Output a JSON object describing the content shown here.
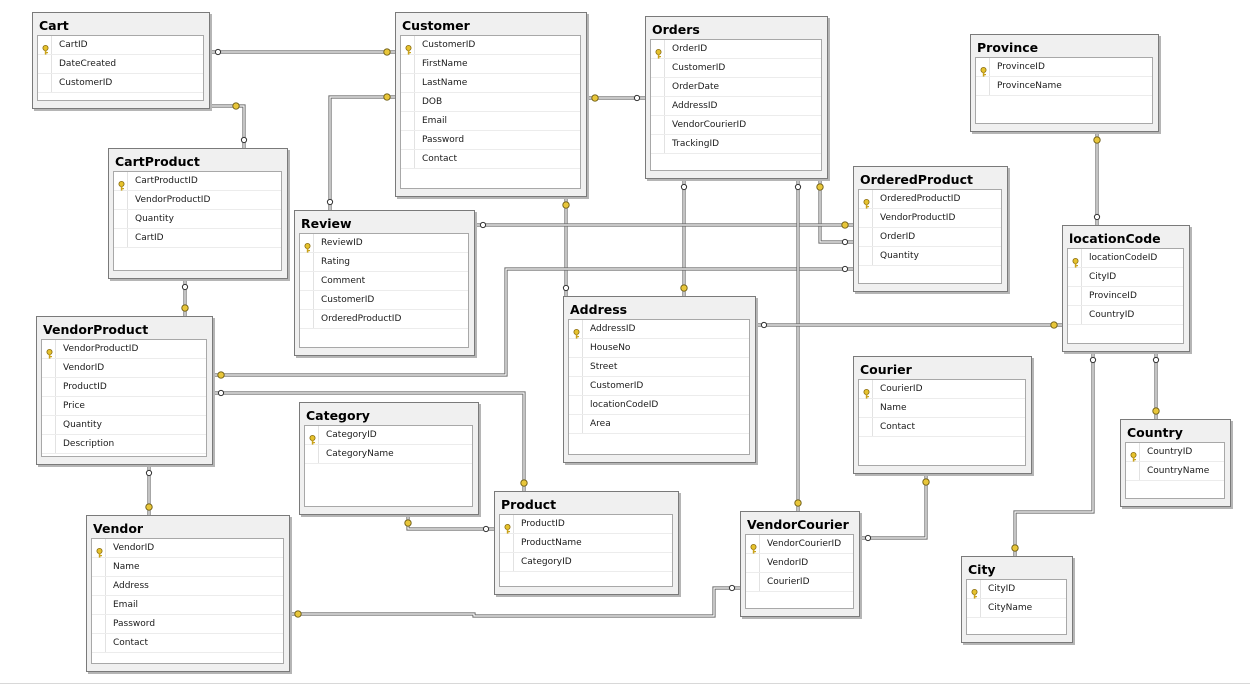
{
  "diagram": {
    "tables": [
      {
        "id": "Cart",
        "name": "Cart",
        "columns": [
          {
            "name": "CartID",
            "pk": true
          },
          {
            "name": "DateCreated",
            "pk": false
          },
          {
            "name": "CustomerID",
            "pk": false
          }
        ]
      },
      {
        "id": "Customer",
        "name": "Customer",
        "columns": [
          {
            "name": "CustomerID",
            "pk": true
          },
          {
            "name": "FirstName",
            "pk": false
          },
          {
            "name": "LastName",
            "pk": false
          },
          {
            "name": "DOB",
            "pk": false
          },
          {
            "name": "Email",
            "pk": false
          },
          {
            "name": "Password",
            "pk": false
          },
          {
            "name": "Contact",
            "pk": false
          }
        ]
      },
      {
        "id": "Orders",
        "name": "Orders",
        "columns": [
          {
            "name": "OrderID",
            "pk": true
          },
          {
            "name": "CustomerID",
            "pk": false
          },
          {
            "name": "OrderDate",
            "pk": false
          },
          {
            "name": "AddressID",
            "pk": false
          },
          {
            "name": "VendorCourierID",
            "pk": false
          },
          {
            "name": "TrackingID",
            "pk": false
          }
        ]
      },
      {
        "id": "Province",
        "name": "Province",
        "columns": [
          {
            "name": "ProvinceID",
            "pk": true
          },
          {
            "name": "ProvinceName",
            "pk": false
          }
        ]
      },
      {
        "id": "CartProduct",
        "name": "CartProduct",
        "columns": [
          {
            "name": "CartProductID",
            "pk": true
          },
          {
            "name": "VendorProductID",
            "pk": false
          },
          {
            "name": "Quantity",
            "pk": false
          },
          {
            "name": "CartID",
            "pk": false
          }
        ]
      },
      {
        "id": "OrderedProduct",
        "name": "OrderedProduct",
        "columns": [
          {
            "name": "OrderedProductID",
            "pk": true
          },
          {
            "name": "VendorProductID",
            "pk": false
          },
          {
            "name": "OrderID",
            "pk": false
          },
          {
            "name": "Quantity",
            "pk": false
          }
        ]
      },
      {
        "id": "Review",
        "name": "Review",
        "columns": [
          {
            "name": "ReviewID",
            "pk": true
          },
          {
            "name": "Rating",
            "pk": false
          },
          {
            "name": "Comment",
            "pk": false
          },
          {
            "name": "CustomerID",
            "pk": false
          },
          {
            "name": "OrderedProductID",
            "pk": false
          }
        ]
      },
      {
        "id": "locationCode",
        "name": "locationCode",
        "columns": [
          {
            "name": "locationCodeID",
            "pk": true
          },
          {
            "name": "CityID",
            "pk": false
          },
          {
            "name": "ProvinceID",
            "pk": false
          },
          {
            "name": "CountryID",
            "pk": false
          }
        ]
      },
      {
        "id": "VendorProduct",
        "name": "VendorProduct",
        "columns": [
          {
            "name": "VendorProductID",
            "pk": true
          },
          {
            "name": "VendorID",
            "pk": false
          },
          {
            "name": "ProductID",
            "pk": false
          },
          {
            "name": "Price",
            "pk": false
          },
          {
            "name": "Quantity",
            "pk": false
          },
          {
            "name": "Description",
            "pk": false
          }
        ]
      },
      {
        "id": "Address",
        "name": "Address",
        "columns": [
          {
            "name": "AddressID",
            "pk": true
          },
          {
            "name": "HouseNo",
            "pk": false
          },
          {
            "name": "Street",
            "pk": false
          },
          {
            "name": "CustomerID",
            "pk": false
          },
          {
            "name": "locationCodeID",
            "pk": false
          },
          {
            "name": "Area",
            "pk": false
          }
        ]
      },
      {
        "id": "Courier",
        "name": "Courier",
        "columns": [
          {
            "name": "CourierID",
            "pk": true
          },
          {
            "name": "Name",
            "pk": false
          },
          {
            "name": "Contact",
            "pk": false
          }
        ]
      },
      {
        "id": "Category",
        "name": "Category",
        "columns": [
          {
            "name": "CategoryID",
            "pk": true
          },
          {
            "name": "CategoryName",
            "pk": false
          }
        ]
      },
      {
        "id": "Country",
        "name": "Country",
        "columns": [
          {
            "name": "CountryID",
            "pk": true
          },
          {
            "name": "CountryName",
            "pk": false
          }
        ]
      },
      {
        "id": "Product",
        "name": "Product",
        "columns": [
          {
            "name": "ProductID",
            "pk": true
          },
          {
            "name": "ProductName",
            "pk": false
          },
          {
            "name": "CategoryID",
            "pk": false
          }
        ]
      },
      {
        "id": "VendorCourier",
        "name": "VendorCourier",
        "columns": [
          {
            "name": "VendorCourierID",
            "pk": true
          },
          {
            "name": "VendorID",
            "pk": false
          },
          {
            "name": "CourierID",
            "pk": false
          }
        ]
      },
      {
        "id": "Vendor",
        "name": "Vendor",
        "columns": [
          {
            "name": "VendorID",
            "pk": true
          },
          {
            "name": "Name",
            "pk": false
          },
          {
            "name": "Address",
            "pk": false
          },
          {
            "name": "Email",
            "pk": false
          },
          {
            "name": "Password",
            "pk": false
          },
          {
            "name": "Contact",
            "pk": false
          }
        ]
      },
      {
        "id": "City",
        "name": "City",
        "columns": [
          {
            "name": "CityID",
            "pk": true
          },
          {
            "name": "CityName",
            "pk": false
          }
        ]
      }
    ],
    "relationships": [
      {
        "from": "Cart",
        "to": "Customer"
      },
      {
        "from": "CartProduct",
        "to": "Cart"
      },
      {
        "from": "CartProduct",
        "to": "VendorProduct"
      },
      {
        "from": "Review",
        "to": "Customer"
      },
      {
        "from": "Orders",
        "to": "Customer"
      },
      {
        "from": "Address",
        "to": "Customer"
      },
      {
        "from": "Orders",
        "to": "Address"
      },
      {
        "from": "OrderedProduct",
        "to": "Orders"
      },
      {
        "from": "Review",
        "to": "OrderedProduct"
      },
      {
        "from": "OrderedProduct",
        "to": "VendorProduct"
      },
      {
        "from": "Orders",
        "to": "VendorCourier"
      },
      {
        "from": "locationCode",
        "to": "Province"
      },
      {
        "from": "Address",
        "to": "locationCode"
      },
      {
        "from": "locationCode",
        "to": "Country"
      },
      {
        "from": "locationCode",
        "to": "City"
      },
      {
        "from": "VendorProduct",
        "to": "Product"
      },
      {
        "from": "VendorProduct",
        "to": "Vendor"
      },
      {
        "from": "Product",
        "to": "Category"
      },
      {
        "from": "VendorCourier",
        "to": "Vendor"
      },
      {
        "from": "VendorCourier",
        "to": "Courier"
      }
    ],
    "colors": {
      "canvas": "#ffffff",
      "table_bg": "#f0f0f0",
      "table_border": "#7a7a7a",
      "connector": "#555555",
      "key_icon": "#d8b21a"
    }
  }
}
